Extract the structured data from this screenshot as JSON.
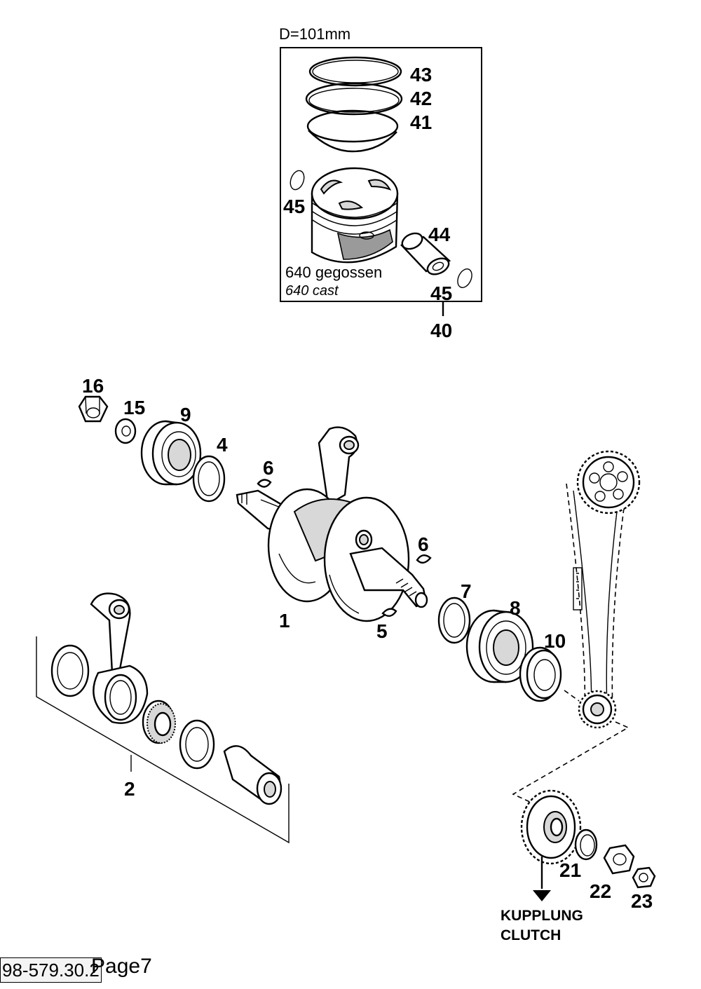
{
  "piston_group": {
    "diameter_label": "D=101mm",
    "variant_de": "640 gegossen",
    "variant_en": "640 cast"
  },
  "callouts": {
    "c1": "1",
    "c2": "2",
    "c4": "4",
    "c5": "5",
    "c6a": "6",
    "c6b": "6",
    "c7": "7",
    "c8": "8",
    "c9": "9",
    "c10": "10",
    "c15": "15",
    "c16": "16",
    "c21": "21",
    "c22": "22",
    "c23": "23",
    "c40": "40",
    "c41": "41",
    "c42": "42",
    "c43": "43",
    "c44": "44",
    "c45a": "45",
    "c45b": "45"
  },
  "clutch_label": {
    "de": "KUPPLUNG",
    "en": "CLUTCH"
  },
  "footer": {
    "drawing_code": "98-579.30.2",
    "page": "Page7"
  }
}
